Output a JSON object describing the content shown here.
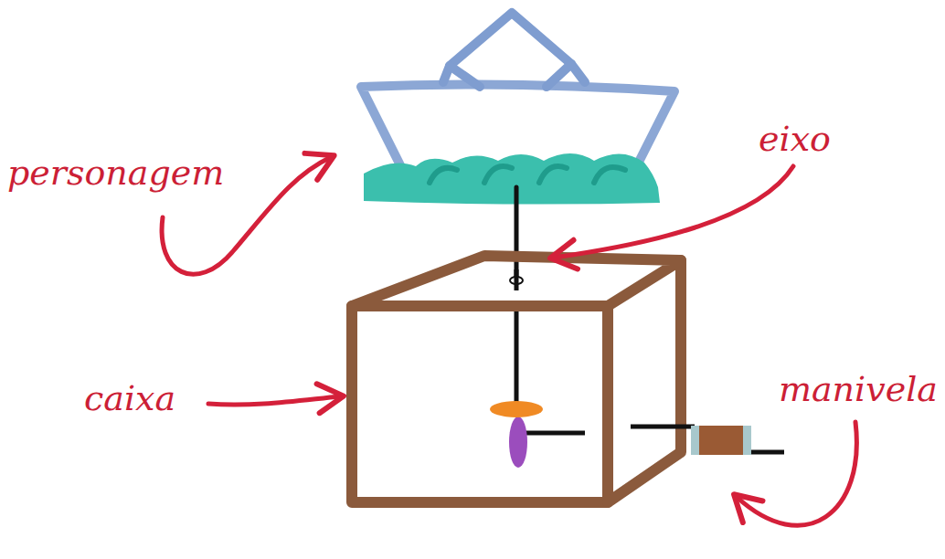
{
  "diagram": {
    "labels": [
      "personagem",
      "eixo",
      "caixa",
      "manivela"
    ]
  }
}
